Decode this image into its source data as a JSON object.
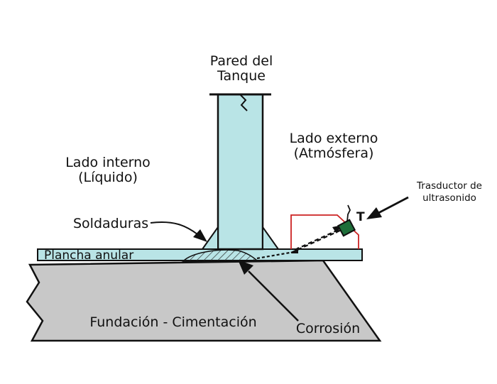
{
  "labels": {
    "wall_line1": "Pared del",
    "wall_line2": "Tanque",
    "inner_line1": "Lado interno",
    "inner_line2": "(Líquido)",
    "outer_line1": "Lado externo",
    "outer_line2": "(Atmósfera)",
    "transducer_line1": "Trasductor de",
    "transducer_line2": "ultrasonido",
    "transducer_tag": "T",
    "welds": "Soldaduras",
    "annular_plate": "Plancha anular",
    "foundation": "Fundación - Cimentación",
    "corrosion": "Corrosión"
  },
  "colors": {
    "steel": "#b9e4e6",
    "foundation": "#c8c8c8",
    "outline": "#111111",
    "transducer": "#1f6e3a",
    "probe_outline": "#cc2222"
  }
}
